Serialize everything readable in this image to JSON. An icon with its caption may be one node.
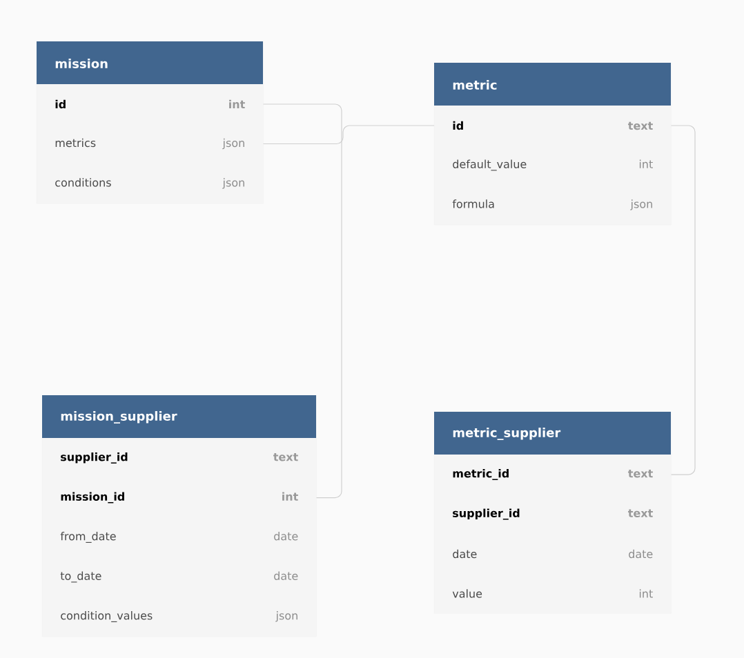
{
  "diagram": {
    "nodes": [
      {
        "text": [
          "mission"
        ]
      },
      {
        "text": [
          "id",
          "int"
        ],
        "in": 0
      },
      {
        "text": [
          "metrics",
          "json"
        ],
        "in": 0
      },
      {
        "text": [
          "conditions",
          "json"
        ],
        "in": 0
      },
      {
        "text": [
          "metric"
        ]
      },
      {
        "text": [
          "id",
          "text"
        ],
        "in": 4
      },
      {
        "text": [
          "default_value",
          "int"
        ],
        "in": 4
      },
      {
        "text": [
          "formula",
          "json"
        ],
        "in": 4
      },
      {
        "text": [
          "mission_supplier"
        ]
      },
      {
        "text": [
          "supplier_id",
          "text"
        ],
        "in": 8
      },
      {
        "text": [
          "mission_id",
          "int"
        ],
        "in": 8
      },
      {
        "text": [
          "from_date",
          "date"
        ],
        "in": 8
      },
      {
        "text": [
          "to_date",
          "date"
        ],
        "in": 8
      },
      {
        "text": [
          "condition_values",
          "json"
        ],
        "in": 8
      },
      {
        "text": [
          "metric_supplier"
        ]
      },
      {
        "text": [
          "metric_id",
          "text"
        ],
        "in": 14
      },
      {
        "text": [
          "supplier_id",
          "text"
        ],
        "in": 14
      },
      {
        "text": [
          "date",
          "date"
        ],
        "in": 14
      },
      {
        "text": [
          "value",
          "int"
        ],
        "in": 14
      }
    ],
    "edges": [
      {
        "from": 1,
        "to": 10,
        "arrow": "none"
      },
      {
        "from": 2,
        "to": 5,
        "arrow": "none"
      },
      {
        "from": 5,
        "to": 15,
        "arrow": "none"
      }
    ]
  }
}
